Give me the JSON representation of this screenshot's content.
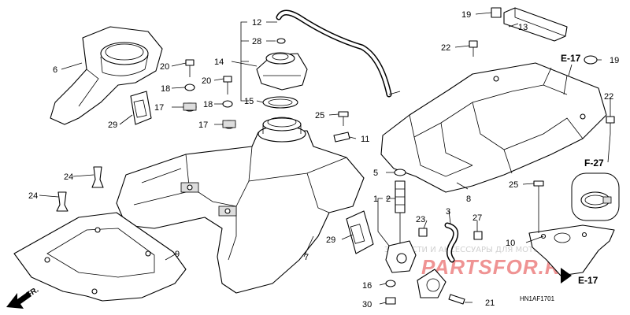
{
  "parts": [
    {
      "id": "p1",
      "text": "1"
    },
    {
      "id": "p2",
      "text": "2"
    },
    {
      "id": "p3",
      "text": "3"
    },
    {
      "id": "p5",
      "text": "5"
    },
    {
      "id": "p6",
      "text": "6"
    },
    {
      "id": "p7",
      "text": "7"
    },
    {
      "id": "p8",
      "text": "8"
    },
    {
      "id": "p9",
      "text": "9"
    },
    {
      "id": "p10",
      "text": "10"
    },
    {
      "id": "p11",
      "text": "11"
    },
    {
      "id": "p12",
      "text": "12"
    },
    {
      "id": "p13",
      "text": "13"
    },
    {
      "id": "p14",
      "text": "14"
    },
    {
      "id": "p15",
      "text": "15"
    },
    {
      "id": "p16",
      "text": "16"
    },
    {
      "id": "p17a",
      "text": "17"
    },
    {
      "id": "p17b",
      "text": "17"
    },
    {
      "id": "p18a",
      "text": "18"
    },
    {
      "id": "p18b",
      "text": "18"
    },
    {
      "id": "p19a",
      "text": "19"
    },
    {
      "id": "p19b",
      "text": "19"
    },
    {
      "id": "p20a",
      "text": "20"
    },
    {
      "id": "p20b",
      "text": "20"
    },
    {
      "id": "p21",
      "text": "21"
    },
    {
      "id": "p22a",
      "text": "22"
    },
    {
      "id": "p22b",
      "text": "22"
    },
    {
      "id": "p23",
      "text": "23"
    },
    {
      "id": "p24a",
      "text": "24"
    },
    {
      "id": "p24b",
      "text": "24"
    },
    {
      "id": "p25a",
      "text": "25"
    },
    {
      "id": "p25b",
      "text": "25"
    },
    {
      "id": "p27",
      "text": "27"
    },
    {
      "id": "p28",
      "text": "28"
    },
    {
      "id": "p29a",
      "text": "29"
    },
    {
      "id": "p29b",
      "text": "29"
    },
    {
      "id": "p30",
      "text": "30"
    }
  ],
  "refs": {
    "e17_top": "E-17",
    "f27": "F-27",
    "e17_bottom": "E-17"
  },
  "front_arrow": "FR.",
  "diagram_code": "HN1AF1701",
  "watermark": {
    "text": "ЗАПЧАСТИ И АКСЕССУАРЫ ДЛЯ МОТОТЕХНИКИ",
    "logo": "PARTSFOR.RU"
  },
  "colors": {
    "line": "#000000",
    "background": "#ffffff",
    "watermark_logo": "#e23b3b",
    "watermark_text": "#d0d0d0"
  }
}
